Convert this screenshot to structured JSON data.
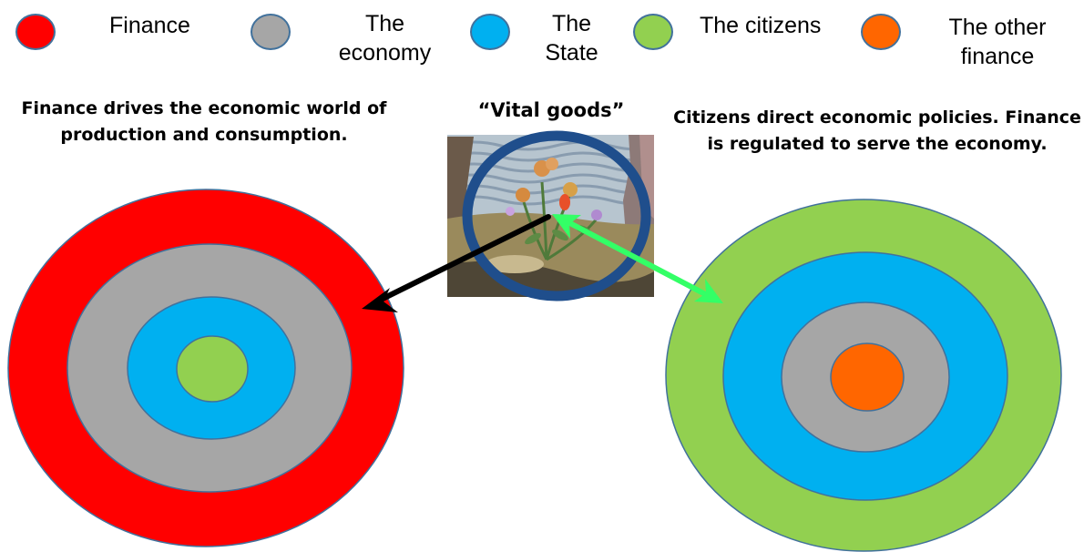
{
  "legend": [
    {
      "id": "finance",
      "label": "Finance",
      "color": "#ff0000"
    },
    {
      "id": "economy",
      "label_line1": "The",
      "label_line2": "economy",
      "color": "#a6a6a6"
    },
    {
      "id": "state",
      "label_line1": "The",
      "label_line2": "State",
      "color": "#00b0f0"
    },
    {
      "id": "citizens",
      "label": "The citizens",
      "color": "#92d050"
    },
    {
      "id": "other_finance",
      "label_line1": "The other",
      "label_line2": "finance",
      "color": "#ff6600"
    }
  ],
  "left_panel": {
    "heading_line1": "Finance drives the economic world of",
    "heading_line2": "production and consumption.",
    "ring_order": [
      "Finance",
      "The economy",
      "The State",
      "The citizens"
    ]
  },
  "center_panel": {
    "title": "“Vital goods”"
  },
  "right_panel": {
    "heading_line1": "Citizens direct economic policies. Finance",
    "heading_line2": "is regulated to serve the economy.",
    "ring_order": [
      "The citizens",
      "The State",
      "The economy",
      "The other finance"
    ]
  },
  "colors": {
    "finance": "#ff0000",
    "economy": "#a6a6a6",
    "state": "#00b0f0",
    "citizens": "#92d050",
    "other_finance": "#ff6600",
    "outline": "#41719c",
    "picture_frame": "#1f4e8c",
    "arrow_black": "#000000",
    "arrow_green": "#33ff66"
  },
  "icons": {
    "center_picture": "flower-tapestry-picture"
  }
}
